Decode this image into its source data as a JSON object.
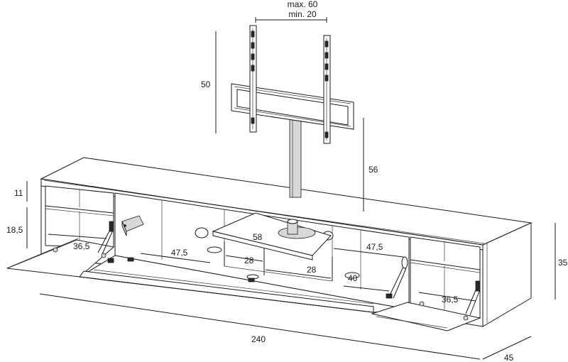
{
  "dimensions": {
    "bracket_max": "max. 60",
    "bracket_min": "min. 20",
    "mount_height": "50",
    "pole_height": "56",
    "top_compartment": "11",
    "lower_compartment": "18,5",
    "left_depth": "36,5",
    "center_left_width": "47,5",
    "shelf_width": "58",
    "inner_left": "28",
    "inner_right": "28",
    "center_right_width": "47,5",
    "inner_depth": "40",
    "right_depth": "36,5",
    "total_width": "240",
    "total_height": "35",
    "total_depth": "45"
  }
}
